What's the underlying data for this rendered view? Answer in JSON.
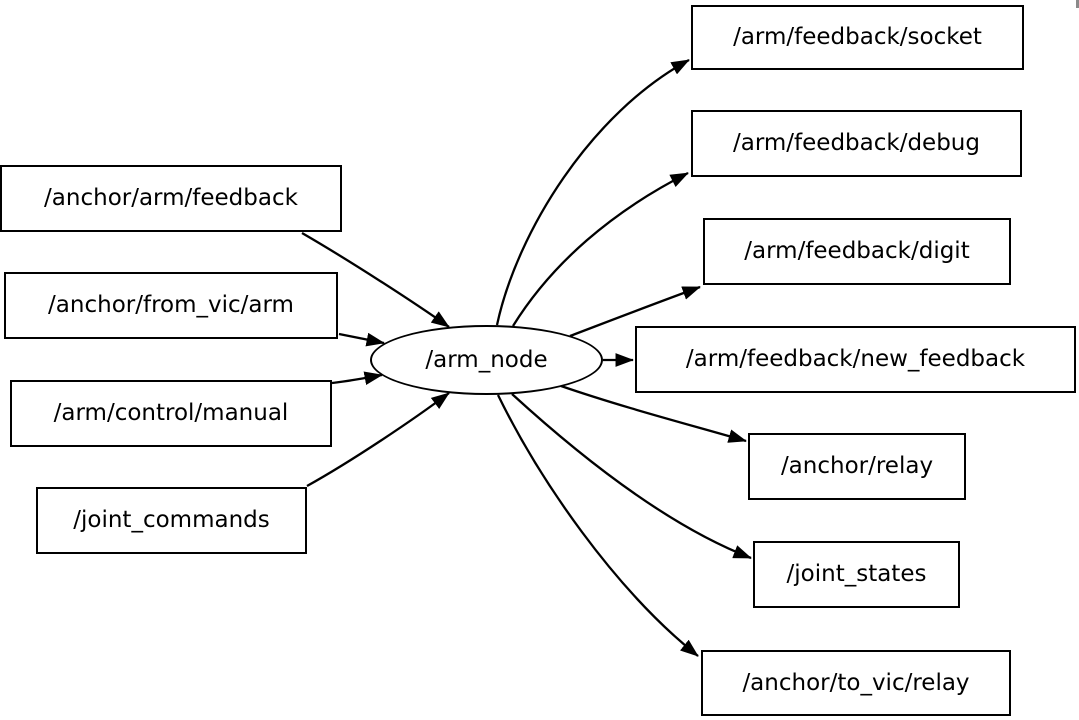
{
  "graph": {
    "node": {
      "label": "/arm_node"
    },
    "input_topics": [
      {
        "label": "/anchor/arm/feedback"
      },
      {
        "label": "/anchor/from_vic/arm"
      },
      {
        "label": "/arm/control/manual"
      },
      {
        "label": "/joint_commands"
      }
    ],
    "output_topics": [
      {
        "label": "/arm/feedback/socket"
      },
      {
        "label": "/arm/feedback/debug"
      },
      {
        "label": "/arm/feedback/digit"
      },
      {
        "label": "/arm/feedback/new_feedback"
      },
      {
        "label": "/anchor/relay"
      },
      {
        "label": "/joint_states"
      },
      {
        "label": "/anchor/to_vic/relay"
      }
    ],
    "edges": [
      {
        "from": "/anchor/arm/feedback",
        "to": "/arm_node"
      },
      {
        "from": "/anchor/from_vic/arm",
        "to": "/arm_node"
      },
      {
        "from": "/arm/control/manual",
        "to": "/arm_node"
      },
      {
        "from": "/joint_commands",
        "to": "/arm_node"
      },
      {
        "from": "/arm_node",
        "to": "/arm/feedback/socket"
      },
      {
        "from": "/arm_node",
        "to": "/arm/feedback/debug"
      },
      {
        "from": "/arm_node",
        "to": "/arm/feedback/digit"
      },
      {
        "from": "/arm_node",
        "to": "/arm/feedback/new_feedback"
      },
      {
        "from": "/arm_node",
        "to": "/anchor/relay"
      },
      {
        "from": "/arm_node",
        "to": "/joint_states"
      },
      {
        "from": "/arm_node",
        "to": "/anchor/to_vic/relay"
      }
    ],
    "colors": {
      "background": "#ffffff",
      "stroke": "#000000",
      "text": "#000000"
    }
  }
}
